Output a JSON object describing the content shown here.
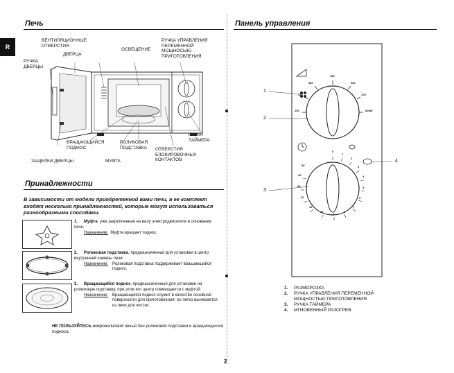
{
  "tab": "R",
  "oven": {
    "title": "Печь",
    "labels": {
      "vents": "ВЕНТИЛЯЦИОННЫЕ\nОТВЕРСТИЯ",
      "door": "ДВЕРЦА",
      "light": "ОСВЕЩЕНИЕ",
      "power_knob": "РУЧКА УПРАВЛЕНИЯ\nПЕРЕМЕННОЙ\nМОЩНОСЫЮ\nПРИГОТОВЛЕНИЯ",
      "door_handle": "РУЧКА\nДВЕРЦЫ",
      "timer_knob": "РУЧКА\nТАЙМЕРА",
      "tray": "ВРАЩАЮЩИЙСЯ\nПОДНОС",
      "roller": "РОЛИКОВАЯ\nПОДСТАВКА",
      "latches": "ЗАЩЕЛКИ ДВЕРЦЫ",
      "coupler": "МУФТА",
      "interlock": "ОТВЕРСТИЯ\nБЛОКИРОВОЧНЫХ\nКОНТАКТОВ"
    }
  },
  "accessories": {
    "title": "Принадлежности",
    "intro": "В зависимости от модели приобретенной вами печи, в ее комплект входят несколько принадлежностей, которые могут использоваться разнообразными способами.",
    "items": [
      {
        "n": "1.",
        "name": "Муфта",
        "desc": ", уже закрепленная на валу электродвигателя в основании печи.",
        "purpose_label": "Назначение:",
        "purpose": "Муфта вращает поднос."
      },
      {
        "n": "2.",
        "name": "Роликовая подставка",
        "desc": ", предназначенная для установки в центр внутренней камеры печи.",
        "purpose_label": "Назначение:",
        "purpose": "Роликовая подставка поддерживает вращающийся поднос."
      },
      {
        "n": "3.",
        "name": "Вращающийся поднос",
        "desc": ", предназначенный для установки на роликовую подставку, при этом его центр совмещается с муфтой.",
        "purpose_label": "Назначение:",
        "purpose": "Вращающийся поднос служит в качестве основной поверхности для приготовления; он легко вынимается из печи для чистки."
      }
    ],
    "warning_bold": "НЕ ПОЛЬЗУЙТЕСЬ",
    "warning_rest": " микроволновой печью без роликовой подставки и вращающегося подноса."
  },
  "panel": {
    "title": "Панель управления",
    "callouts": [
      "1",
      "2",
      "3",
      "4"
    ],
    "power_marks": [
      "450",
      "300",
      "600",
      "180",
      "700",
      "100",
      "800W"
    ],
    "timer_marks": [
      "0",
      "1",
      "2",
      "3",
      "4",
      "5",
      "6",
      "7",
      "8",
      "9",
      "10",
      "15",
      "20",
      "25",
      "30",
      "35"
    ],
    "list": [
      {
        "n": "1.",
        "text": "РАЗМОРОЗКА"
      },
      {
        "n": "2.",
        "text": "РУЧКА УПРАВЛЕНИЯ ПЕРЕМЕННОЙ"
      },
      {
        "n": "",
        "text": "МОЩНОСТЬЮ ПРИГОТОВЛЕНИЯ"
      },
      {
        "n": "3.",
        "text": "РУЧКА ТАЙМЕРА"
      },
      {
        "n": "4.",
        "text": "МГНОВЕННЫЙ РАЗОГРЕВ"
      }
    ]
  },
  "page_number": "2"
}
